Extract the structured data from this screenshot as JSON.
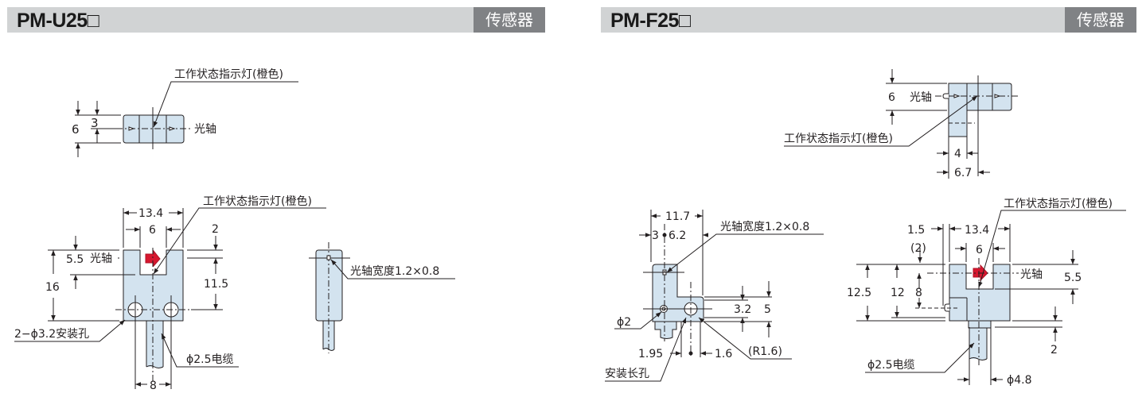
{
  "colors": {
    "header_bg": "#d1d3d4",
    "badge_bg": "#808285",
    "badge_text": "#ffffff",
    "body_fill": "#d3e3ef",
    "indicator": "#d7172f",
    "line": "#231f20"
  },
  "left": {
    "header": {
      "title": "PM-U25□",
      "badge": "传感器"
    },
    "top_view": {
      "indicator_label": "工作状态指示灯(橙色)",
      "axis_label": "光轴",
      "dim_height": "6",
      "dim_half": "3"
    },
    "front_view": {
      "indicator_label": "工作状态指示灯(橙色)",
      "dim_width": "13.4",
      "dim_slot": "6",
      "dim_top": "2",
      "dim_axis_depth": "5.5",
      "axis_label": "光轴",
      "dim_height": "16",
      "dim_hole_height": "11.5",
      "mount_hole_label": "2−ϕ3.2安装孔",
      "cable_label": "ϕ2.5电缆",
      "dim_hole_pitch": "8"
    },
    "side_view": {
      "beam_label": "光轴宽度1.2×0.8"
    }
  },
  "right": {
    "header": {
      "title": "PM-F25□",
      "badge": "传感器"
    },
    "top_view": {
      "dim_height": "6",
      "axis_label": "光轴",
      "indicator_label": "工作状态指示灯(橙色)",
      "dim_4": "4",
      "dim_6_7": "6.7"
    },
    "side_view": {
      "dim_width": "11.7",
      "dim_3": "3",
      "dim_6_2": "6.2",
      "beam_label": "光轴宽度1.2×0.8",
      "dim_3_2": "3.2",
      "dim_5": "5",
      "hole_label": "ϕ2",
      "dim_1_95": "1.95",
      "dim_1_6": "1.6",
      "radius_label": "(R1.6)",
      "slot_label": "安装长孔"
    },
    "front_view": {
      "indicator_label": "工作状态指示灯(橙色)",
      "dim_1_5": "1.5",
      "dim_width": "13.4",
      "dim_2_paren": "(2)",
      "dim_slot": "6",
      "axis_label": "光轴",
      "dim_5_5": "5.5",
      "dim_12_5": "12.5",
      "dim_12": "12",
      "dim_8": "8",
      "dim_2": "2",
      "cable_label": "ϕ2.5电缆",
      "dim_4_8": "ϕ4.8"
    }
  }
}
